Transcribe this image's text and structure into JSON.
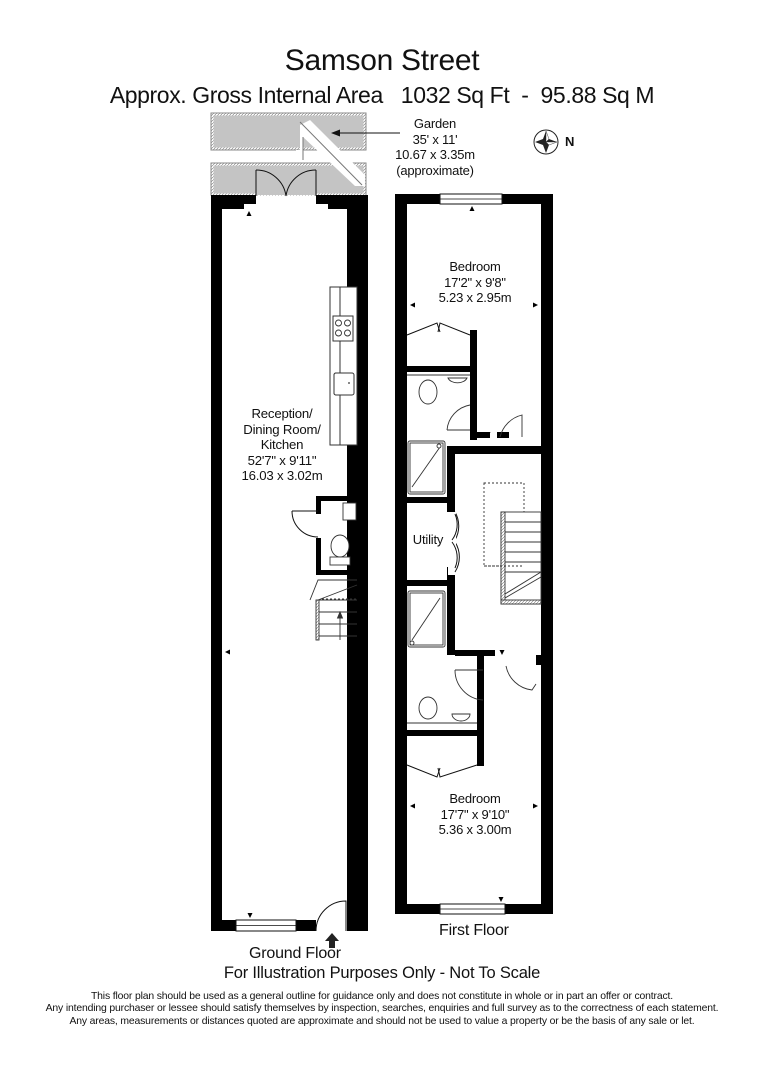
{
  "header": {
    "title": "Samson Street",
    "area_line": "Approx. Gross Internal Area   1032 Sq Ft  -  95.88 Sq M"
  },
  "compass": {
    "icon": "north-compass-icon",
    "label": "N"
  },
  "garden": {
    "name": "Garden",
    "imperial": "35' x 11'",
    "metric": "10.67 x 3.35m",
    "note": "(approximate)"
  },
  "ground_floor": {
    "label": "Ground Floor",
    "rooms": [
      {
        "name_lines": [
          "Reception/",
          "Dining Room/",
          "Kitchen"
        ],
        "imperial": "52'7\" x 9'11\"",
        "metric": "16.03 x 3.02m"
      }
    ],
    "entrance_icon": "entrance-arrow-icon"
  },
  "first_floor": {
    "label": "First Floor",
    "rooms": [
      {
        "name": "Bedroom",
        "imperial": "17'2\" x 9'8\"",
        "metric": "5.23 x 2.95m"
      },
      {
        "name": "Utility"
      },
      {
        "name": "Bedroom",
        "imperial": "17'7\" x 9'10\"",
        "metric": "5.36 x 3.00m"
      }
    ]
  },
  "footer": {
    "notice": "For Illustration Purposes Only - Not To Scale",
    "disclaimer_lines": [
      "This floor plan should be used as a general outline for guidance only and does not constitute in whole or in part an offer or contract.",
      "Any intending purchaser or lessee should satisfy themselves by inspection, searches, enquiries and full survey as to the correctness of each statement.",
      "Any areas, measurements or distances quoted are approximate and should not be used to value a property or be the basis of any sale or let."
    ]
  },
  "colors": {
    "wall": "#000000",
    "garden_fill": "#c4c4c4",
    "background": "#ffffff",
    "text": "#111111"
  }
}
